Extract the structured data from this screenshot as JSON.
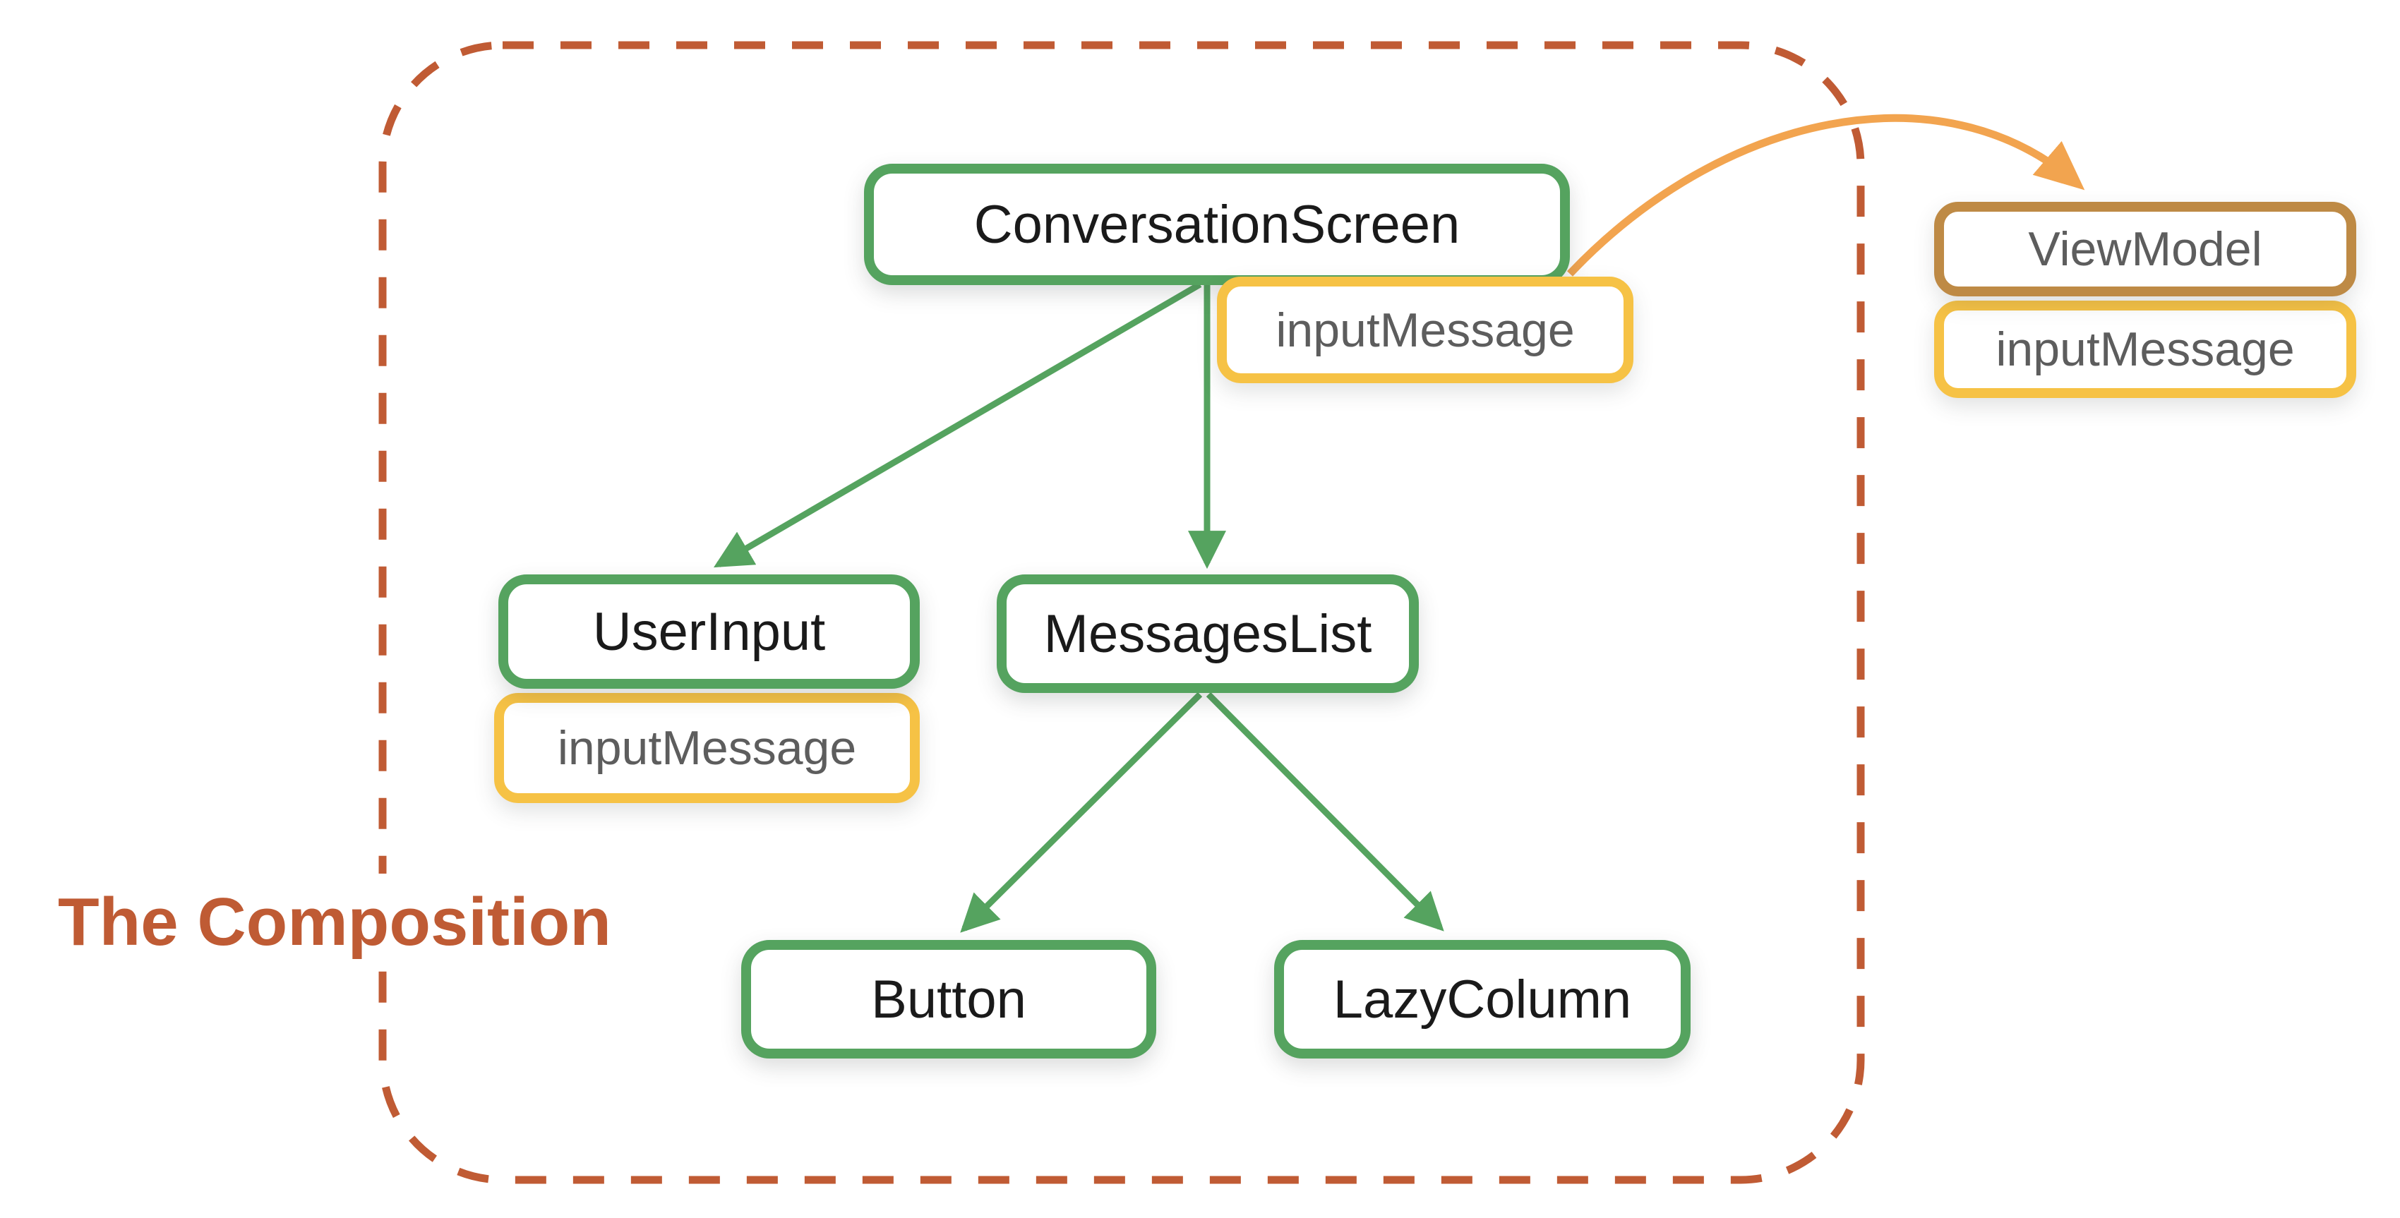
{
  "title": "The Composition",
  "nodes": {
    "conversation_screen": {
      "label": "ConversationScreen"
    },
    "conversation_screen_state": {
      "label": "inputMessage"
    },
    "user_input": {
      "label": "UserInput"
    },
    "user_input_state": {
      "label": "inputMessage"
    },
    "messages_list": {
      "label": "MessagesList"
    },
    "button": {
      "label": "Button"
    },
    "lazy_column": {
      "label": "LazyColumn"
    },
    "view_model": {
      "label": "ViewModel"
    },
    "view_model_state": {
      "label": "inputMessage"
    }
  },
  "edges": [
    {
      "from": "ConversationScreen",
      "to": "UserInput",
      "style": "green-arrow"
    },
    {
      "from": "ConversationScreen",
      "to": "MessagesList",
      "style": "green-arrow"
    },
    {
      "from": "MessagesList",
      "to": "Button",
      "style": "green-arrow"
    },
    {
      "from": "MessagesList",
      "to": "LazyColumn",
      "style": "green-arrow"
    },
    {
      "from": "ConversationScreen",
      "to": "ViewModel",
      "style": "orange-curved-arrow"
    }
  ],
  "colors": {
    "composable_border": "#55A35F",
    "state_border": "#F6C245",
    "viewmodel_border": "#BE8A45",
    "orange_arrow": "#F2A44F",
    "boundary_dash": "#C05B34",
    "title_text": "#BF5B34",
    "state_text": "#5D5D5D",
    "composable_text": "#1A1A1A"
  }
}
